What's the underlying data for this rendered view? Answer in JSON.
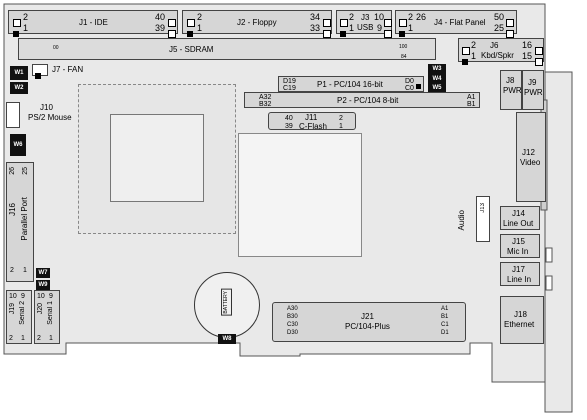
{
  "j1": {
    "label": "J1 - IDE",
    "p2": "2",
    "p1": "1",
    "p40": "40",
    "p39": "39"
  },
  "j2": {
    "label": "J2 - Floppy",
    "p2": "2",
    "p1": "1",
    "p34": "34",
    "p33": "33"
  },
  "j3": {
    "label": "J3",
    "sub": "USB",
    "p2": "2",
    "p1": "1",
    "p10": "10",
    "p9": "9"
  },
  "j4": {
    "label": "J4 - Flat Panel",
    "p2": "2",
    "p1": "1",
    "p26": "26",
    "p50": "50",
    "p25": "25"
  },
  "j5": {
    "label": "J5 - SDRAM",
    "p_left": "00",
    "p_right1": "100",
    "p_right2": "84"
  },
  "j6": {
    "label": "J6",
    "sub": "Kbd/Spkr",
    "p2": "2",
    "p1": "1",
    "p16": "16",
    "p15": "15"
  },
  "j7": {
    "label": "J7 - FAN"
  },
  "j8": {
    "label": "J8",
    "sub": "PWR"
  },
  "j9": {
    "label": "J9",
    "sub": "PWR"
  },
  "j10": {
    "label": "J10",
    "sub": "PS/2 Mouse"
  },
  "j11": {
    "label": "J11",
    "sub": "C-Flash",
    "p40": "40",
    "p39": "39",
    "p2": "2",
    "p1": "1"
  },
  "j12": {
    "label": "J12",
    "sub": "Video"
  },
  "j13": {
    "label": "J13",
    "sub": "Audio"
  },
  "j14": {
    "label": "J14",
    "sub": "Line Out"
  },
  "j15": {
    "label": "J15",
    "sub": "Mic In"
  },
  "j16": {
    "label": "J16",
    "sub": "Parallel Port",
    "p26": "26",
    "p25": "25",
    "p2": "2",
    "p1": "1"
  },
  "j17": {
    "label": "J17",
    "sub": "Line In"
  },
  "j18": {
    "label": "J18",
    "sub": "Ethernet"
  },
  "j19": {
    "label": "J19",
    "sub": "Serial 2",
    "p10": "10",
    "p9": "9",
    "p2": "2",
    "p1": "1"
  },
  "j20": {
    "label": "J20",
    "sub": "Serial 1",
    "p10": "10",
    "p9": "9",
    "p2": "2",
    "p1": "1"
  },
  "j21": {
    "label": "J21",
    "sub": "PC/104-Plus",
    "a30": "A30",
    "b30": "B30",
    "c30": "C30",
    "d30": "D30",
    "a1": "A1",
    "b1": "B1",
    "c1": "C1",
    "d1": "D1"
  },
  "p1": {
    "label": "P1 - PC/104 16-bit",
    "d19": "D19",
    "c19": "C19",
    "d0": "D0",
    "c0": "C0"
  },
  "p2": {
    "label": "P2 - PC/104 8-bit",
    "a32": "A32",
    "b32": "B32",
    "a1": "A1",
    "b1": "B1"
  },
  "jumpers": {
    "w1": "W1",
    "w2": "W2",
    "w3": "W3",
    "w4": "W4",
    "w5": "W5",
    "w6": "W6",
    "w7": "W7",
    "w8": "W8",
    "w9": "W9"
  },
  "battery": {
    "label": "BATTERY"
  },
  "colors": {
    "board": "#e9e9e9",
    "header": "#d6d6d6",
    "jumper": "#111111"
  }
}
